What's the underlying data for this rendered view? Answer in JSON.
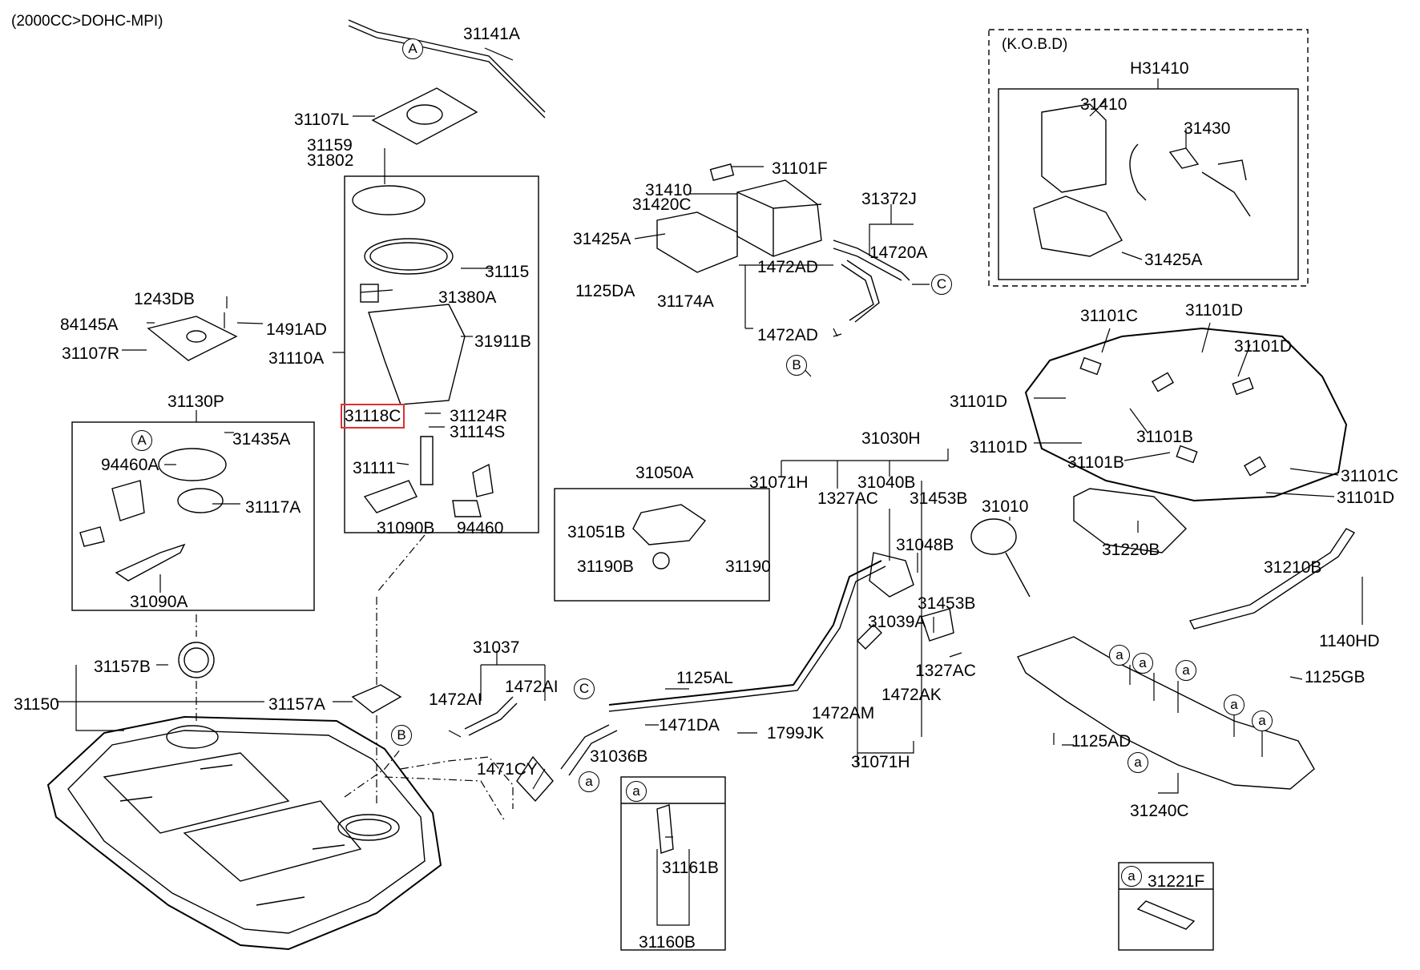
{
  "header": "(2000CC>DOHC-MPI)",
  "kobd_title": "(K.O.B.D)",
  "accent_color": "#e03030",
  "parts": {
    "p31141A": "31141A",
    "p31107L": "31107L",
    "p31159": "31159",
    "p31802": "31802",
    "p31115": "31115",
    "p31380A": "31380A",
    "p31911B": "31911B",
    "p31110A": "31110A",
    "p31118C": "31118C",
    "p31124R": "31124R",
    "p31114S": "31114S",
    "p31111": "31111",
    "p31090B": "31090B",
    "p94460_top": "94460",
    "p1243DB": "1243DB",
    "p84145A": "84145A",
    "p1491AD": "1491AD",
    "p31107R": "31107R",
    "p31130P": "31130P",
    "p31435A": "31435A",
    "p94460A": "94460A",
    "p31117A": "31117A",
    "p31090A": "31090A",
    "p31157B": "31157B",
    "p31150": "31150",
    "p31157A": "31157A",
    "p31101F": "31101F",
    "p31410_mid": "31410",
    "p31420C": "31420C",
    "p31372J": "31372J",
    "p31425A_mid": "31425A",
    "p14720A": "14720A",
    "p1472AD_a": "1472AD",
    "p1125DA": "1125DA",
    "p31174A": "31174A",
    "p1472AD_b": "1472AD",
    "pH31410": "H31410",
    "p31410_kobd": "31410",
    "p31430": "31430",
    "p31425A_kobd": "31425A",
    "p31101C_a": "31101C",
    "p31101D_a": "31101D",
    "p31101D_b": "31101D",
    "p31101D_c": "31101D",
    "p31101B_a": "31101B",
    "p31101D_d": "31101D",
    "p31101B_b": "31101B",
    "p31101C_b": "31101C",
    "p31101D_e": "31101D",
    "p31220B": "31220B",
    "p31210B": "31210B",
    "p1140HD": "1140HD",
    "p31030H": "31030H",
    "p31071H_top": "31071H",
    "p31040B": "31040B",
    "p1327AC_top": "1327AC",
    "p31453B_top": "31453B",
    "p31010": "31010",
    "p31048B": "31048B",
    "p31453B_b": "31453B",
    "p31039A": "31039A",
    "p1327AC_b": "1327AC",
    "p1472AK": "1472AK",
    "p1472AM": "1472AM",
    "p31071H_bot": "31071H",
    "p31050A": "31050A",
    "p31051B": "31051B",
    "p31190B": "31190B",
    "p31190": "31190",
    "p31037": "31037",
    "p1472AI_a": "1472AI",
    "p1472AI_b": "1472AI",
    "p1125AL": "1125AL",
    "p1471DA": "1471DA",
    "p1799JK": "1799JK",
    "p31036B": "31036B",
    "p1471CY": "1471CY",
    "p31161B": "31161B",
    "p31160B": "31160B",
    "p1125GB": "1125GB",
    "p1125AD": "1125AD",
    "p31240C": "31240C",
    "p31221F": "31221F"
  },
  "callouts": {
    "A": "A",
    "B": "B",
    "C": "C",
    "a": "a"
  }
}
